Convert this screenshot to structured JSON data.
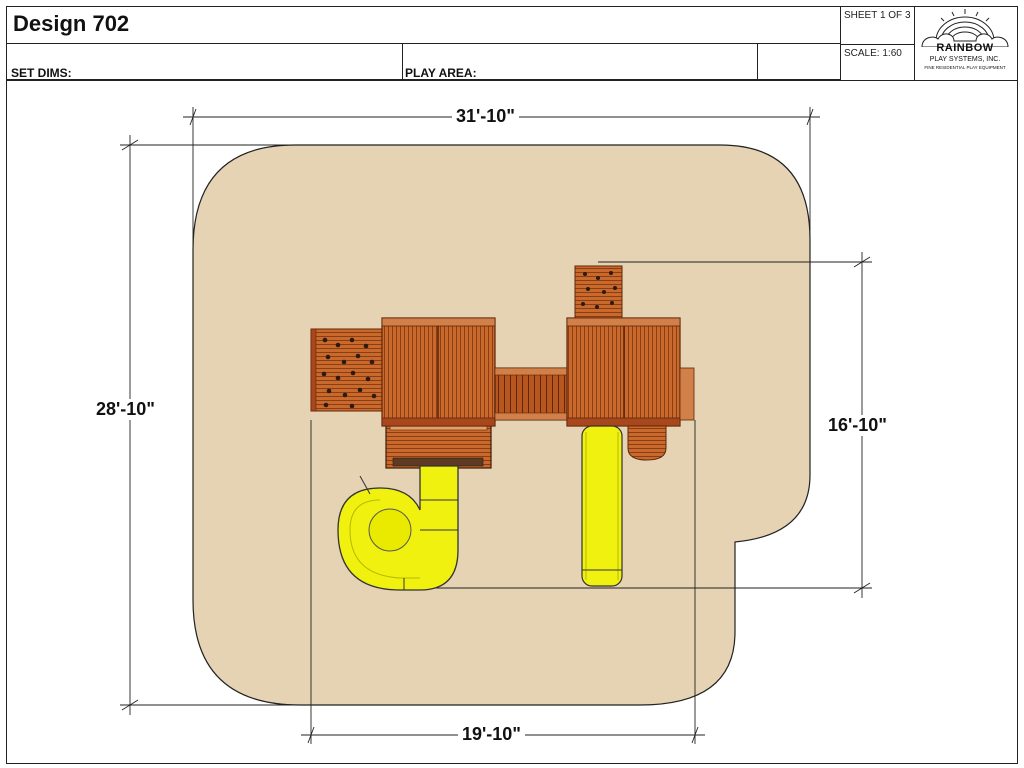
{
  "title_block": {
    "design_title": "Design 702",
    "set_dims_label": "SET DIMS:",
    "play_area_label": "PLAY AREA:",
    "sheet": "SHEET 1 OF 3",
    "scale": "SCALE: 1:60"
  },
  "logo": {
    "brand": "RAINBOW",
    "company": "PLAY SYSTEMS, INC.",
    "tagline": "FINE RESIDENTIAL PLAY EQUIPMENT"
  },
  "dimensions": {
    "play_area_width": "31'-10\"",
    "play_area_depth": "28'-10\"",
    "set_depth": "16'-10\"",
    "set_width": "19'-10\""
  },
  "colors": {
    "play_area": "#e5d3b3",
    "wood_dark": "#a8471c",
    "wood_light": "#c96a2c",
    "slide": "#f1f10f",
    "line": "#222222"
  }
}
